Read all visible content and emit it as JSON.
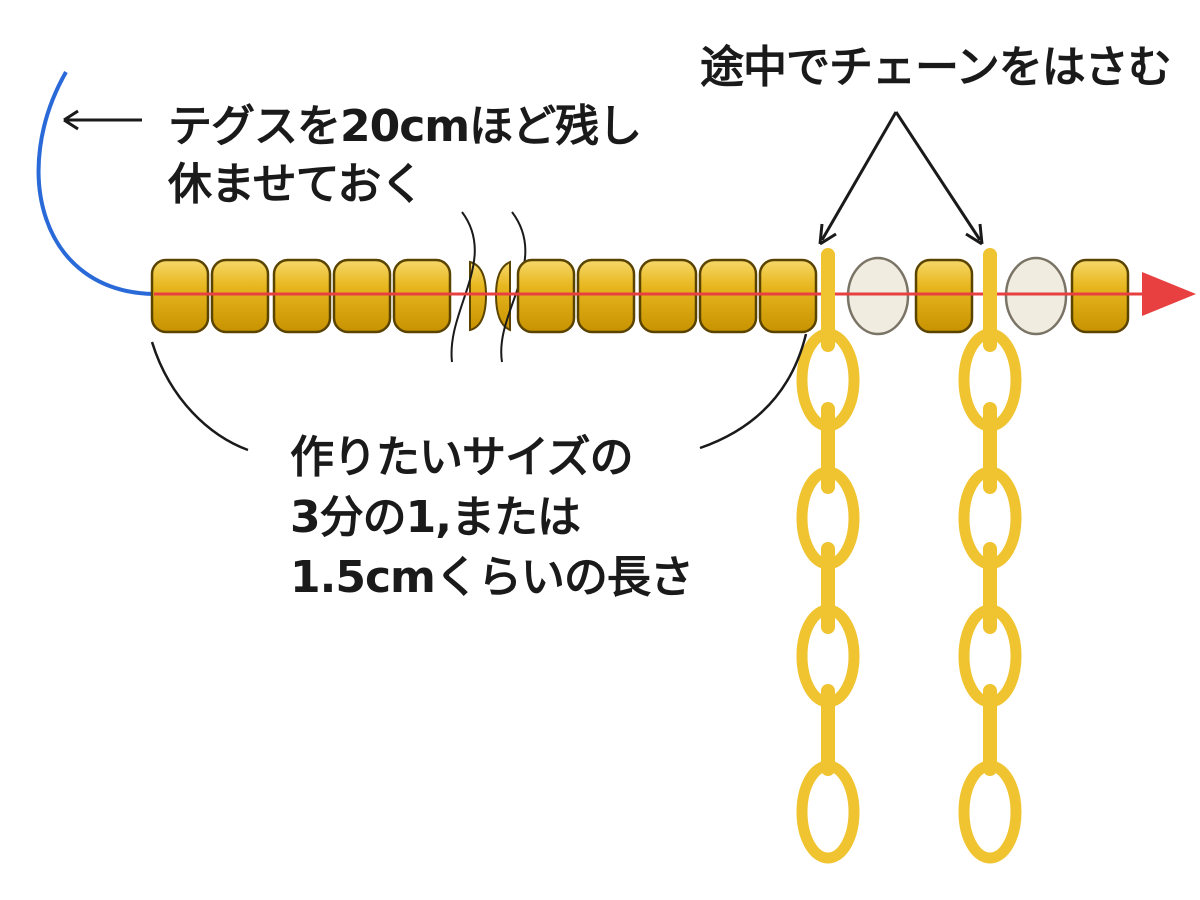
{
  "labels": {
    "tail_note": {
      "lines": [
        "テグスを20cmほど残し",
        "休ませておく"
      ]
    },
    "chain_note": {
      "text": "途中でチェーンをはさむ"
    },
    "length_note": {
      "lines": [
        "作りたいサイズの",
        "3分の1,または",
        "1.5cmくらいの長さ"
      ]
    }
  },
  "colors": {
    "bead_fill": "#e8b820",
    "bead_stroke": "#5a4400",
    "pearl_fill": "#f0ece0",
    "pearl_stroke": "#7a7466",
    "chain": "#f0c430",
    "string": "#e84040",
    "tail_string": "#2a6ad8",
    "annotation": "#1a1a1a"
  },
  "icons": {
    "left_arrow": "left-arrow-icon",
    "string_arrowhead": "arrowhead-icon"
  }
}
